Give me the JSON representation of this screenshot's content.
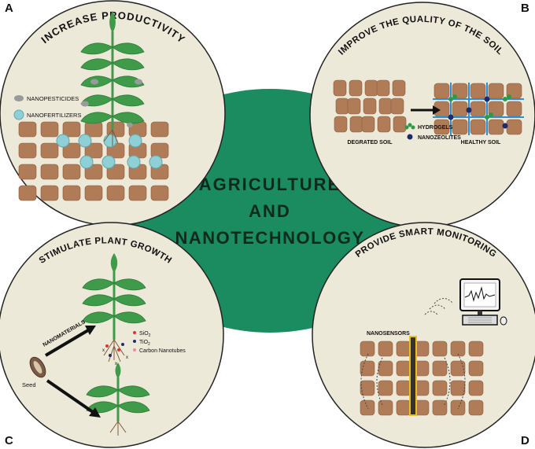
{
  "center": {
    "line1": "AGRICULTURE",
    "line2": "AND",
    "line3": "NANOTECHNOLOGY",
    "color": "#1a8c5f"
  },
  "panels": {
    "a": {
      "letter": "A",
      "title": "INCREASE PRODUCTIVITY",
      "legend": [
        "NANOPESTICIDES",
        "NANOFERTILIZERS"
      ]
    },
    "b": {
      "letter": "B",
      "title": "IMPROVE THE QUALITY OF THE SOIL",
      "left_label": "DEGRATED SOIL",
      "right_label": "HEALTHY SOIL",
      "legend": [
        "HYDROGELS",
        "NANOZEOLITES"
      ]
    },
    "c": {
      "letter": "C",
      "title": "STIMULATE PLANT GROWTH",
      "arrow_label": "NANOMATERIALS",
      "seed_label": "Seed",
      "legend": [
        "SiO",
        "TiO",
        "Carbon Nanotubes"
      ],
      "subscript": "2"
    },
    "d": {
      "letter": "D",
      "title": "PROVIDE SMART MONITORING",
      "sensor_label": "NANOSENSORS"
    }
  },
  "colors": {
    "circle_fill": "#ede9d8",
    "circle_stroke": "#222222",
    "soil": "#b07c58",
    "soil_edge": "#8a5d3e",
    "leaf": "#3f9a4a",
    "leaf_dark": "#2d7a38",
    "fertilizer": "#8fcfd6",
    "pesticide": "#9a9a9a",
    "hydrogel": "#2e9a46",
    "zeolite": "#1f2a6b",
    "water": "#2a8fd6"
  }
}
